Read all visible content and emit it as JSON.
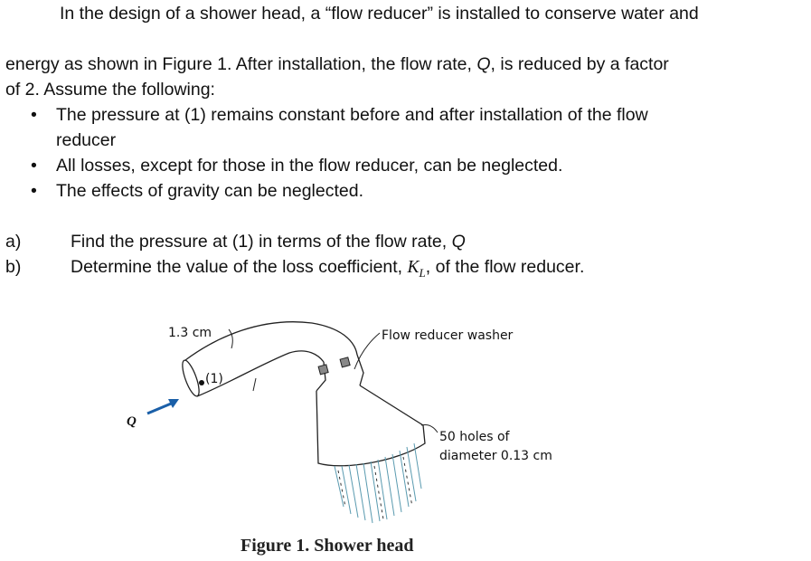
{
  "problem": {
    "line1": "In the design of a shower head, a “flow reducer” is installed to conserve water and",
    "line2_prefix": "energy as shown in Figure 1. After installation, the flow rate, ",
    "line2_var": "Q",
    "line2_suffix": ", is reduced by a factor",
    "line3": "of 2. Assume the following:",
    "bullets": [
      "The pressure at (1) remains constant before and after installation of the flow",
      "reducer",
      "All losses, except for those in the flow reducer, can be neglected.",
      "The effects of gravity can be neglected."
    ],
    "bullet_symbol": "•"
  },
  "questions": [
    {
      "letter": "a)",
      "text_prefix": "Find the pressure at (1) in terms of the flow rate, ",
      "var": "Q",
      "text_suffix": ""
    },
    {
      "letter": "b)",
      "text_prefix": "Determine the value of the loss coefficient, ",
      "var": "K",
      "sub": "L",
      "text_suffix": ", of the flow reducer."
    }
  ],
  "figure": {
    "label_diameter": "1.3 cm",
    "label_point": "(1)",
    "label_q": "Q",
    "label_washer": "Flow reducer washer",
    "label_holes_1": "50 holes of",
    "label_holes_2": "diameter 0.13 cm",
    "caption": "Figure 1. Shower head"
  }
}
